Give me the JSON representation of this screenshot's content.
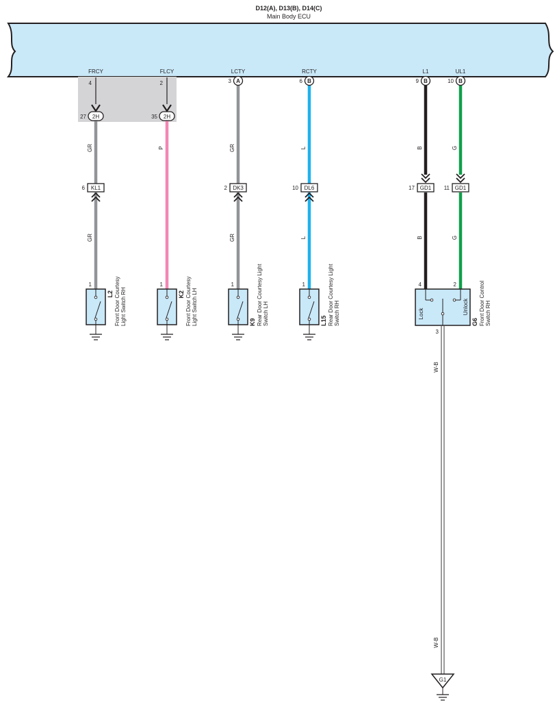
{
  "ecu": {
    "connectors": "D12(A), D13(B), D14(C)",
    "name": "Main Body ECU",
    "fill": "#c9e8f8"
  },
  "gray_area_fill": "#d4d4d6",
  "circuits": [
    {
      "id": "frcy",
      "terminal_name": "FRCY",
      "ecu_pin": "4",
      "ecu_conn": "",
      "junction": {
        "pin": "27",
        "label": "2H"
      },
      "wire_color": "GR",
      "color_hex": "#929497",
      "inline": {
        "pin": "6",
        "label": "KL1",
        "wire_color_below": "GR"
      },
      "device_pin": "1",
      "device": {
        "code": "L2",
        "name": [
          "Front Door Courtesy",
          "Light Switch RH"
        ]
      }
    },
    {
      "id": "flcy",
      "terminal_name": "FLCY",
      "ecu_pin": "2",
      "ecu_conn": "",
      "junction": {
        "pin": "35",
        "label": "2H"
      },
      "wire_color": "P",
      "color_hex": "#f386b5",
      "inline": null,
      "device_pin": "1",
      "device": {
        "code": "K2",
        "name": [
          "Front Door Courtesy",
          "Light Switch LH"
        ]
      }
    },
    {
      "id": "lcty",
      "terminal_name": "LCTY",
      "ecu_pin": "3",
      "ecu_conn": "A",
      "junction": null,
      "wire_color": "GR",
      "color_hex": "#929497",
      "inline": {
        "pin": "2",
        "label": "DK3",
        "wire_color_below": "GR"
      },
      "device_pin": "1",
      "device": {
        "code": "K9",
        "name": [
          "Rear Door Courtesy Light",
          "Switch LH"
        ]
      }
    },
    {
      "id": "rcty",
      "terminal_name": "RCTY",
      "ecu_pin": "6",
      "ecu_conn": "B",
      "junction": null,
      "wire_color": "L",
      "color_hex": "#1fb2ee",
      "inline": {
        "pin": "10",
        "label": "DL6",
        "wire_color_below": "L"
      },
      "device_pin": "1",
      "device": {
        "code": "L15",
        "name": [
          "Rear Door Courtesy Light",
          "Switch RH"
        ]
      }
    },
    {
      "id": "l1",
      "terminal_name": "L1",
      "ecu_pin": "9",
      "ecu_conn": "B",
      "junction": null,
      "wire_color": "B",
      "color_hex": "#231f20",
      "inline": {
        "pin": "17",
        "label": "GD1",
        "wire_color_below": "B"
      },
      "device_pin": "4"
    },
    {
      "id": "ul1",
      "terminal_name": "UL1",
      "ecu_pin": "10",
      "ecu_conn": "B",
      "junction": null,
      "wire_color": "G",
      "color_hex": "#0fa04a",
      "inline": {
        "pin": "11",
        "label": "GD1",
        "wire_color_below": "G"
      },
      "device_pin": "2"
    }
  ],
  "door_control_switch": {
    "code": "G6",
    "name": [
      "Front Door Control",
      "Switch RH"
    ],
    "lock_label": "Lock",
    "unlock_label": "Unlock",
    "output_pin": "3",
    "output_wire": "W-B"
  },
  "ground_point": {
    "label": "G1",
    "wire_label": "W-B"
  }
}
